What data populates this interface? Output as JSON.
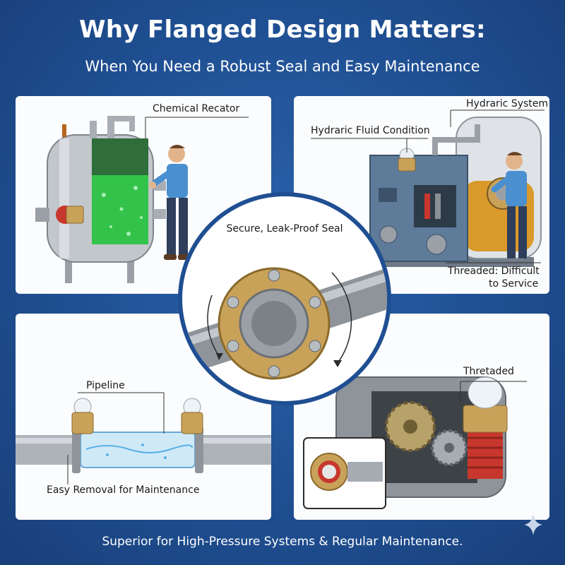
{
  "header": {
    "title": "Why Flanged Design Matters:",
    "subtitle": "When You Need a Robust Seal and Easy Maintenance"
  },
  "panels": {
    "top_left": {
      "label": "Chemical Recator"
    },
    "top_right": {
      "label_system": "Hydraric System",
      "label_fluid": "Hydraric Fluid Condition",
      "label_threaded_line1": "Threaded: Difficult",
      "label_threaded_line2": "to Service"
    },
    "bottom_left": {
      "label_pipeline": "Pipeline",
      "label_removal": "Easy Removal for Maintenance"
    },
    "bottom_right": {
      "label": "Thretaded"
    }
  },
  "center": {
    "label": "Secure, Leak-Proof Seal"
  },
  "footer": {
    "text": "Superior for High-Pressure Systems & Regular Maintenance."
  },
  "colors": {
    "background": "#1f4f92",
    "panel": "#fbfcfd",
    "steel": "#b9bec4",
    "brass": "#c9a25a",
    "liquid_green": "#33c24a",
    "oil_amber": "#d99a2b",
    "shirt_blue": "#4a8fd0",
    "thread_red": "#c8372d"
  },
  "icons": {
    "corner": "sparkle-icon"
  }
}
